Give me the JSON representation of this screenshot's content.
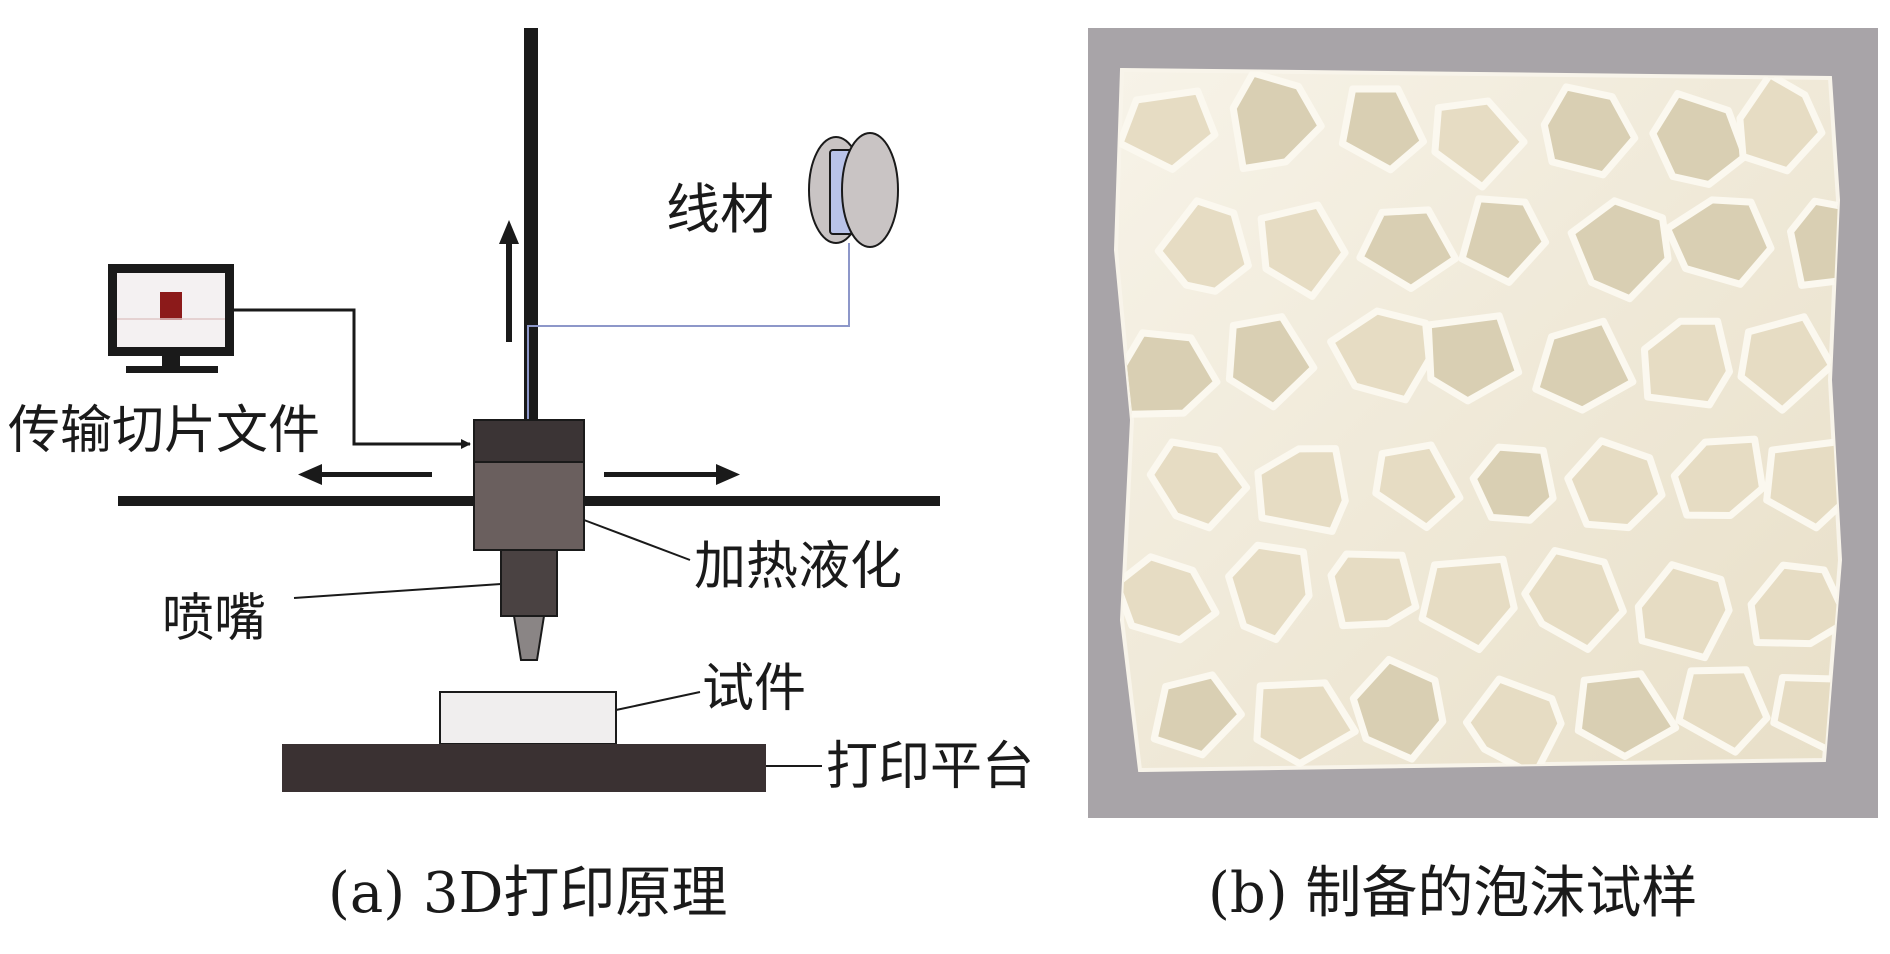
{
  "panel_a": {
    "caption": "(a) 3D打印原理",
    "labels": {
      "filament": "线材",
      "transfer": "传输切片文件",
      "heating": "加热液化",
      "nozzle": "喷嘴",
      "specimen": "试件",
      "platform": "打印平台"
    }
  },
  "panel_b": {
    "caption": "(b) 制备的泡沫试样"
  },
  "colors": {
    "frame": "#1a1a1a",
    "nozzle_block_top": "#3b3435",
    "nozzle_block": "#6a5f5e",
    "nozzle_tip": "#4a4242",
    "nozzle_cone": "#8a8585",
    "platform": "#3a3132",
    "specimen": "#f0eeee",
    "monitor_screen": "#f4f1f2",
    "monitor_icon": "#8c1a1a",
    "spool": "#c9c4c4",
    "spool_core": "#b9c3e8",
    "filament_line": "#8d97c9",
    "photo_bg": "#a8a4a8",
    "foam": "#efe9da",
    "foam_cell": "#d9cfb3",
    "foam_edge": "#fbf8ef"
  }
}
